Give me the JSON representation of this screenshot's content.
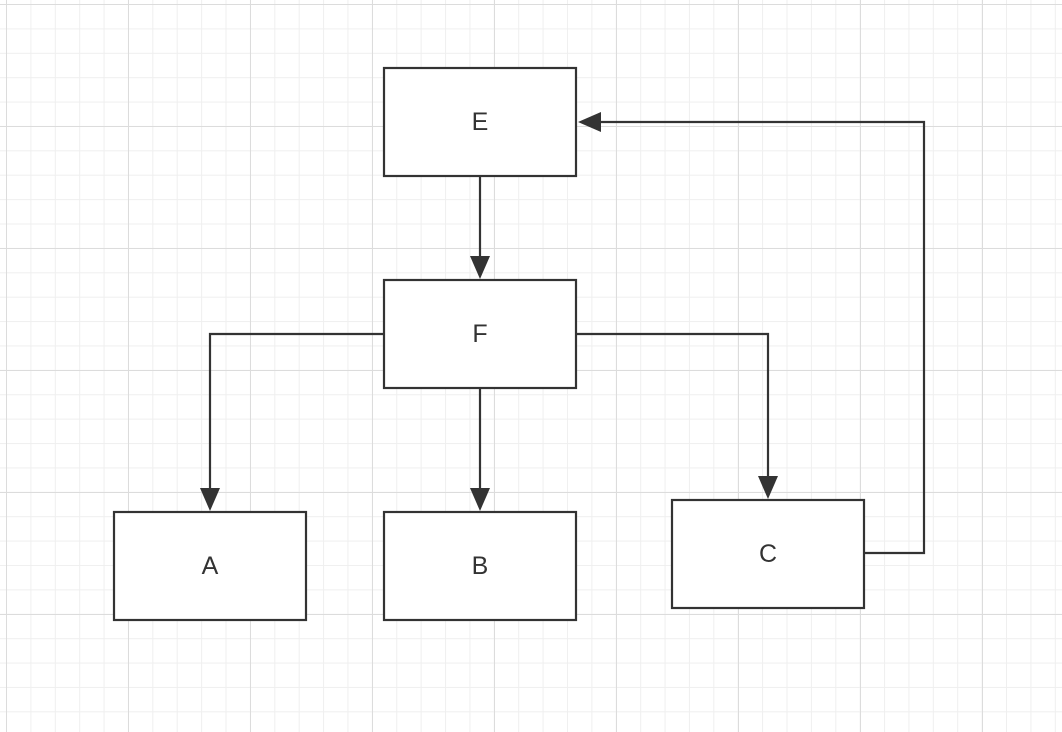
{
  "nodes": {
    "e": {
      "label": "E"
    },
    "f": {
      "label": "F"
    },
    "a": {
      "label": "A"
    },
    "b": {
      "label": "B"
    },
    "c": {
      "label": "C"
    }
  },
  "edges": [
    {
      "from": "E",
      "to": "F"
    },
    {
      "from": "F",
      "to": "A"
    },
    {
      "from": "F",
      "to": "B"
    },
    {
      "from": "F",
      "to": "C"
    },
    {
      "from": "C",
      "to": "E"
    }
  ],
  "colors": {
    "stroke": "#333333",
    "grid_major": "#dcdcdc",
    "grid_minor": "#efefef",
    "background": "#ffffff"
  }
}
